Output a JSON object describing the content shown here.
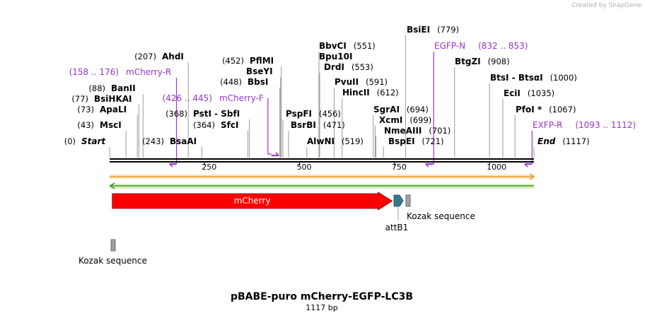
{
  "credit": "Created by SnapGene",
  "title": "pBABE-puro mCherry-EGFP-LC3B",
  "length_label": "1117 bp",
  "sequence_length": 1117,
  "colors": {
    "primer": "#9933cc",
    "mcherry": "#ff0000",
    "attB1": "#2e7a8c",
    "kozak": "#a0a0a8",
    "orange_strand": "#e69a2a",
    "green_strand": "#3d9a25"
  },
  "ruler": {
    "ticks": [
      250,
      500,
      750,
      1000
    ],
    "tick_labels": [
      "250",
      "500",
      "750",
      "1000"
    ]
  },
  "sites": [
    {
      "id": "start",
      "name": "Start",
      "pos": 0,
      "pos_label": "(0)",
      "style": "italic"
    },
    {
      "id": "msci",
      "name": "MscI",
      "pos": 43,
      "pos_label": "(43)"
    },
    {
      "id": "apali",
      "name": "ApaLI",
      "pos": 73,
      "pos_label": "(73)"
    },
    {
      "id": "bsihkai",
      "name": "BsiHKAI",
      "pos": 77,
      "pos_label": "(77)"
    },
    {
      "id": "banii",
      "name": "BanII",
      "pos": 88,
      "pos_label": "(88)"
    },
    {
      "id": "ahdi",
      "name": "AhdI",
      "pos": 207,
      "pos_label": "(207)"
    },
    {
      "id": "bsaai",
      "name": "BsaAI",
      "pos": 243,
      "pos_label": "(243)"
    },
    {
      "id": "sfci",
      "name": "SfcI",
      "pos": 364,
      "pos_label": "(364)"
    },
    {
      "id": "psti",
      "name": "PstI - SbfI",
      "pos": 368,
      "pos_label": "(368)"
    },
    {
      "id": "bbsi",
      "name": "BbsI",
      "pos": 448,
      "pos_label": "(448)"
    },
    {
      "id": "bseyi",
      "name": "BseYI",
      "pos": 450,
      "pos_label": ""
    },
    {
      "id": "pflmi",
      "name": "PflMI",
      "pos": 452,
      "pos_label": "(452)"
    },
    {
      "id": "pspfi",
      "name": "PspFI",
      "pos": 456,
      "pos_label": "(456)"
    },
    {
      "id": "bsrbi",
      "name": "BsrBI",
      "pos": 471,
      "pos_label": "(471)"
    },
    {
      "id": "alwni",
      "name": "AlwNI",
      "pos": 519,
      "pos_label": "(519)"
    },
    {
      "id": "bbvci",
      "name": "BbvCI",
      "pos": 551,
      "pos_label": "(551)"
    },
    {
      "id": "bpu10i",
      "name": "Bpu10I",
      "pos": 551,
      "pos_label": ""
    },
    {
      "id": "drdi",
      "name": "DrdI",
      "pos": 553,
      "pos_label": "(553)"
    },
    {
      "id": "pvuii",
      "name": "PvuII",
      "pos": 591,
      "pos_label": "(591)"
    },
    {
      "id": "hincii",
      "name": "HincII",
      "pos": 612,
      "pos_label": "(612)"
    },
    {
      "id": "sgrai",
      "name": "SgrAI",
      "pos": 694,
      "pos_label": "(694)"
    },
    {
      "id": "xcmi",
      "name": "XcmI",
      "pos": 699,
      "pos_label": "(699)"
    },
    {
      "id": "nmeaiii",
      "name": "NmeAIII",
      "pos": 701,
      "pos_label": "(701)"
    },
    {
      "id": "bspei",
      "name": "BspEI",
      "pos": 721,
      "pos_label": "(721)"
    },
    {
      "id": "bsiei",
      "name": "BsiEI",
      "pos": 779,
      "pos_label": "(779)"
    },
    {
      "id": "btgzi",
      "name": "BtgZI",
      "pos": 908,
      "pos_label": "(908)"
    },
    {
      "id": "btsi",
      "name": "BtsI - BtsαI",
      "pos": 1000,
      "pos_label": "(1000)"
    },
    {
      "id": "ecii",
      "name": "EciI",
      "pos": 1035,
      "pos_label": "(1035)"
    },
    {
      "id": "pfoi",
      "name": "PfoI *",
      "pos": 1067,
      "pos_label": "(1067)"
    },
    {
      "id": "end",
      "name": "End",
      "pos": 1117,
      "pos_label": "(1117)",
      "style": "italic"
    }
  ],
  "primers": [
    {
      "id": "mcherry-r",
      "name": "mCherry-R",
      "range_label": "(158 .. 176)",
      "start": 158,
      "end": 176,
      "strand": "reverse"
    },
    {
      "id": "mcherry-f",
      "name": "mCherry-F",
      "range_label": "(426 .. 445)",
      "start": 426,
      "end": 445,
      "strand": "forward"
    },
    {
      "id": "egfp-n",
      "name": "EGFP-N",
      "range_label": "(832 .. 853)",
      "start": 832,
      "end": 853,
      "strand": "reverse"
    },
    {
      "id": "exfp-r",
      "name": "EXFP-R",
      "range_label": "(1093 .. 1112)",
      "start": 1093,
      "end": 1112,
      "strand": "reverse"
    }
  ],
  "features": [
    {
      "id": "mcherry",
      "name": "mCherry",
      "start": 6,
      "end": 716,
      "type": "cds-arrow"
    },
    {
      "id": "attb1",
      "name": "attB1",
      "start": 746,
      "end": 770,
      "type": "small-arrow"
    },
    {
      "id": "kozak1",
      "name": "Kozak sequence",
      "start": 780,
      "end": 792,
      "type": "box"
    },
    {
      "id": "kozak2",
      "name": "Kozak sequence",
      "start": 0,
      "end": 6,
      "type": "box"
    }
  ]
}
